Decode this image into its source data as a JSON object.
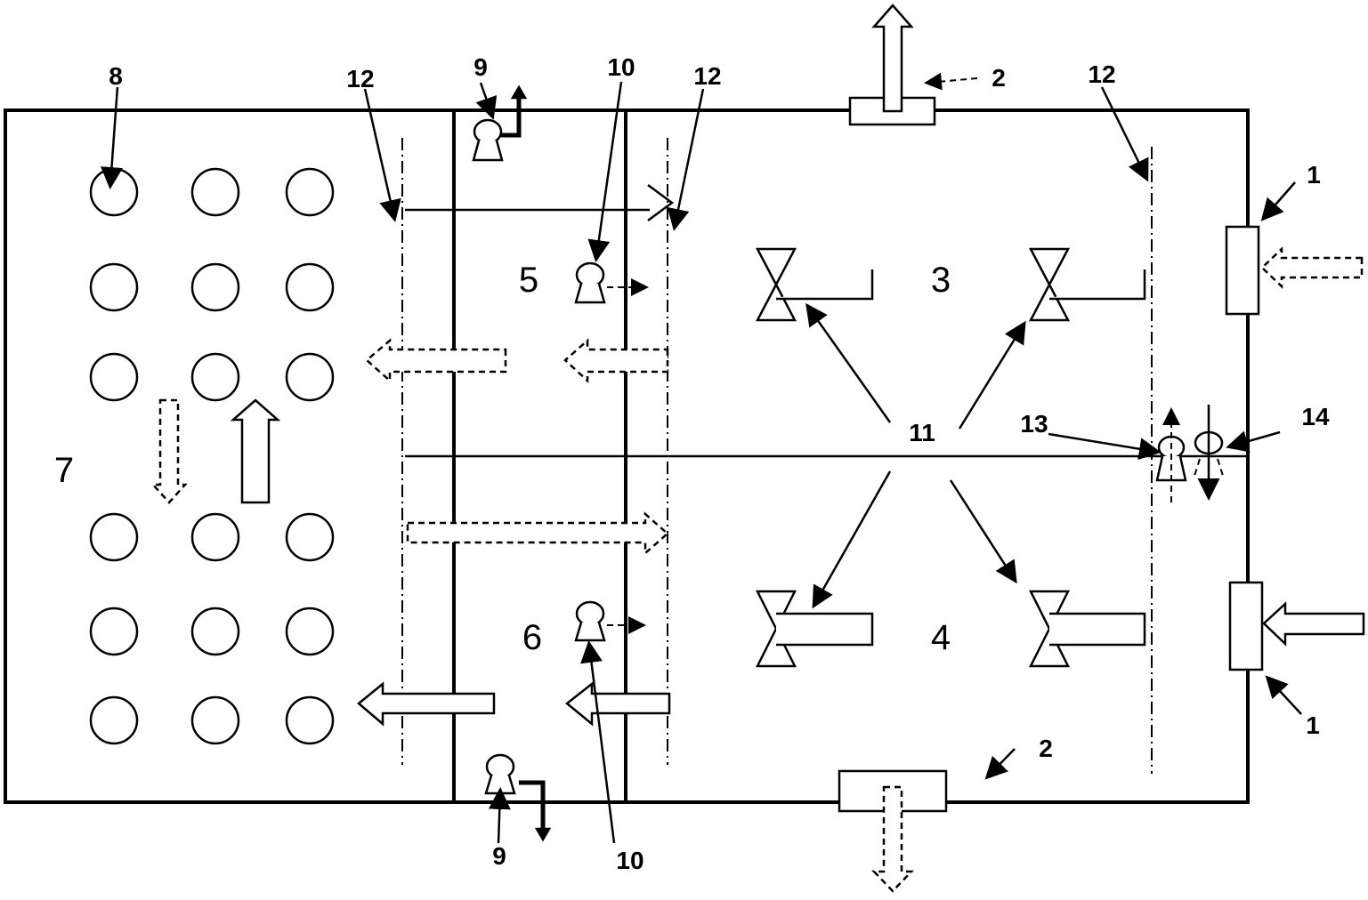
{
  "labels": {
    "inlet_top": "1",
    "inlet_bottom": "1",
    "outlet_top": "2",
    "outlet_bottom": "2",
    "zone_upper_right": "3",
    "zone_lower_right": "4",
    "zone_upper_mid": "5",
    "zone_lower_mid": "6",
    "zone_left": "7",
    "circle_ref": "8",
    "pump_top": "9",
    "pump_bottom": "9",
    "sensor_upper": "10",
    "sensor_lower": "10",
    "valves": "11",
    "line_left": "12",
    "line_mid": "12",
    "line_right": "12",
    "sensor_13": "13",
    "sensor_14": "14"
  },
  "circle_grid": {
    "columns": 3,
    "rows_upper": 3,
    "rows_lower": 3
  },
  "valve_count": 4
}
